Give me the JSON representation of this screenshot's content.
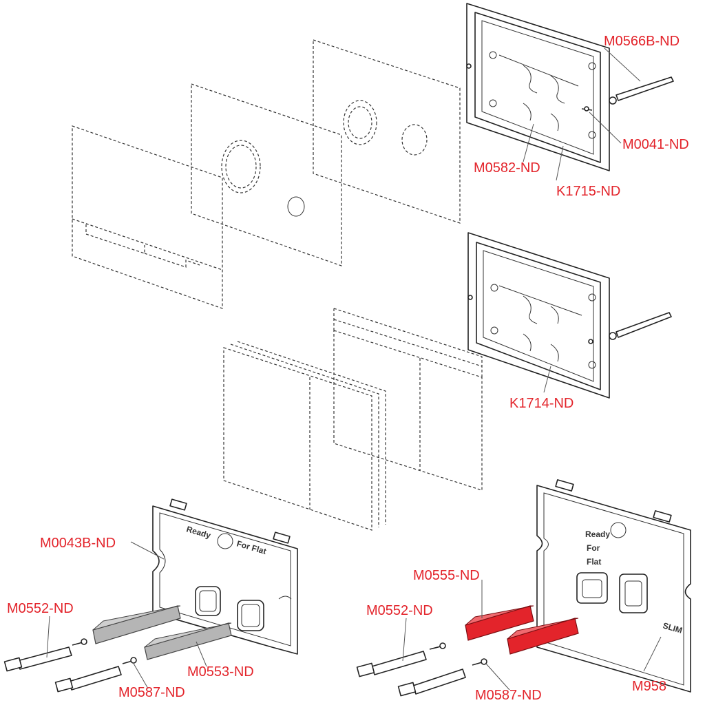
{
  "labels": {
    "m0566b": "M0566B-ND",
    "m0041": "M0041-ND",
    "m0582": "M0582-ND",
    "k1715": "K1715-ND",
    "k1714": "K1714-ND",
    "m0043b": "M0043B-ND",
    "m0552_left": "M0552-ND",
    "m0553": "M0553-ND",
    "m0587_left": "M0587-ND",
    "m0555": "M0555-ND",
    "m0552_right": "M0552-ND",
    "m0587_right": "M0587-ND",
    "m958": "M958"
  },
  "embossed": {
    "ready": "Ready",
    "for_flat": "For Flat",
    "ready_v": "Ready",
    "for_v": "For",
    "flat_v": "Flat",
    "slim": "SLIM"
  },
  "colors": {
    "label": "#e3242b",
    "highlight_part": "#e3242b",
    "gray_part": "#b5b5b5"
  }
}
